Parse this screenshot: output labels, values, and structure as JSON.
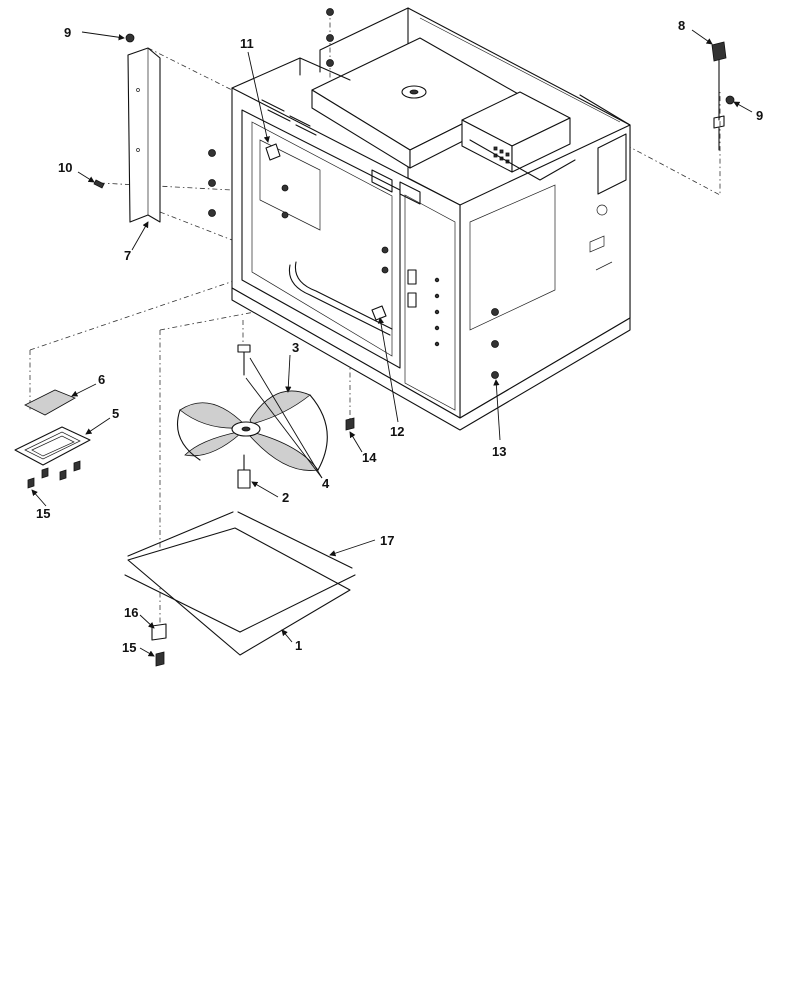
{
  "diagram": {
    "callouts": [
      {
        "id": "c1",
        "label": "1"
      },
      {
        "id": "c2",
        "label": "2"
      },
      {
        "id": "c3",
        "label": "3"
      },
      {
        "id": "c4",
        "label": "4"
      },
      {
        "id": "c5",
        "label": "5"
      },
      {
        "id": "c6",
        "label": "6"
      },
      {
        "id": "c7",
        "label": "7"
      },
      {
        "id": "c8",
        "label": "8"
      },
      {
        "id": "c9a",
        "label": "9"
      },
      {
        "id": "c9b",
        "label": "9"
      },
      {
        "id": "c10",
        "label": "10"
      },
      {
        "id": "c11",
        "label": "11"
      },
      {
        "id": "c12",
        "label": "12"
      },
      {
        "id": "c13",
        "label": "13"
      },
      {
        "id": "c14",
        "label": "14"
      },
      {
        "id": "c15a",
        "label": "15"
      },
      {
        "id": "c15b",
        "label": "15"
      },
      {
        "id": "c16",
        "label": "16"
      },
      {
        "id": "c17",
        "label": "17"
      }
    ]
  }
}
